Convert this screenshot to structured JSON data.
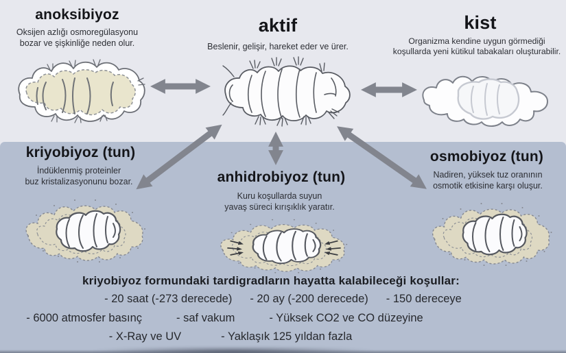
{
  "colors": {
    "background_top": "#e7e8ee",
    "background_panel": "#b4bed0",
    "arrow": "#82858e",
    "title_text": "#141519",
    "body_text": "#2c2e34",
    "tun_fill": "#ded9c3"
  },
  "states": {
    "anoksibiyoz": {
      "title": "anoksibiyoz",
      "description_lines": [
        "Oksijen azlığı osmoregülasyonu",
        "bozar ve şişkinliğe neden olur."
      ]
    },
    "aktif": {
      "title": "aktif",
      "description_lines": [
        "Beslenir, gelişir, hareket eder ve ürer."
      ]
    },
    "kist": {
      "title": "kist",
      "description_lines": [
        "Organizma kendine uygun görmediği",
        "koşullarda yeni kütikul tabakaları oluşturabilir."
      ]
    },
    "kriyobiyoz": {
      "title": "kriyobiyoz (tun)",
      "description_lines": [
        "İndüklenmiş proteinler",
        "buz kristalizasyonunu bozar."
      ]
    },
    "anhidrobiyoz": {
      "title": "anhidrobiyoz (tun)",
      "description_lines": [
        "Kuru koşullarda suyun",
        "yavaş süreci kırışıklık yaratır."
      ]
    },
    "osmobiyoz": {
      "title": "osmobiyoz (tun)",
      "description_lines": [
        "Nadiren, yüksek tuz oranının",
        "osmotik etkisine karşı oluşur."
      ]
    }
  },
  "conditions": {
    "heading": "kriyobiyoz formundaki tardigradların hayatta kalabileceği koşullar:",
    "row1": [
      "- 20 saat (-273 derecede)",
      "- 20 ay (-200 derecede)",
      "- 150 dereceye"
    ],
    "row2": [
      "- 6000 atmosfer basınç",
      "- saf vakum",
      "- Yüksek CO2 ve CO düzeyine"
    ],
    "row3": [
      "- X-Ray ve UV",
      "- Yaklaşık 125 yıldan fazla"
    ]
  }
}
